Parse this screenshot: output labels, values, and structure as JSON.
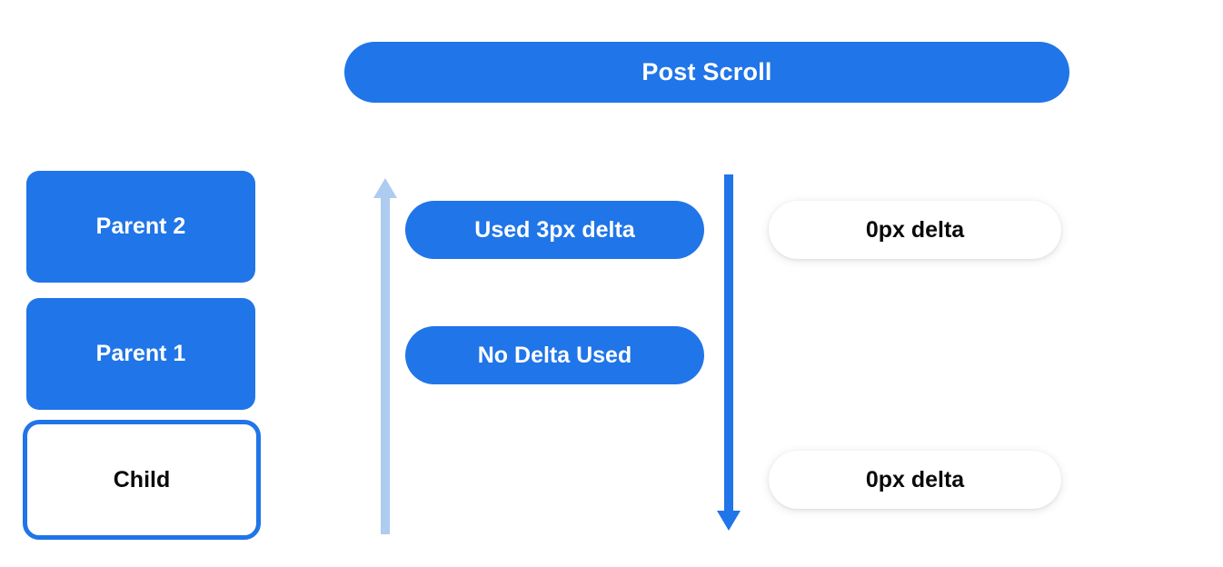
{
  "page": {
    "title": "Post Scroll",
    "background_color": "#ffffff"
  },
  "colors": {
    "primary_blue": "#2075e8",
    "light_blue": "#aecbf0",
    "text_on_blue": "#ffffff",
    "text_dark": "#0a0a0a"
  },
  "header": {
    "banner_label": "Post Scroll"
  },
  "scroll_stack": {
    "boxes": [
      {
        "label": "Parent 2",
        "style": "filled"
      },
      {
        "label": "Parent 1",
        "style": "filled"
      },
      {
        "label": "Child",
        "style": "outlined"
      }
    ]
  },
  "arrows": [
    {
      "name": "bubble-up-arrow",
      "direction": "up",
      "color": "#aecbf0"
    },
    {
      "name": "scroll-down-arrow",
      "direction": "down",
      "color": "#2075e8"
    }
  ],
  "delta_flow": {
    "center_pills": [
      {
        "label": "Used 3px delta",
        "style": "solid"
      },
      {
        "label": "No Delta Used",
        "style": "solid"
      }
    ],
    "right_pills": [
      {
        "label": "0px delta",
        "style": "ghost"
      },
      {
        "label": "0px delta",
        "style": "ghost"
      }
    ]
  }
}
